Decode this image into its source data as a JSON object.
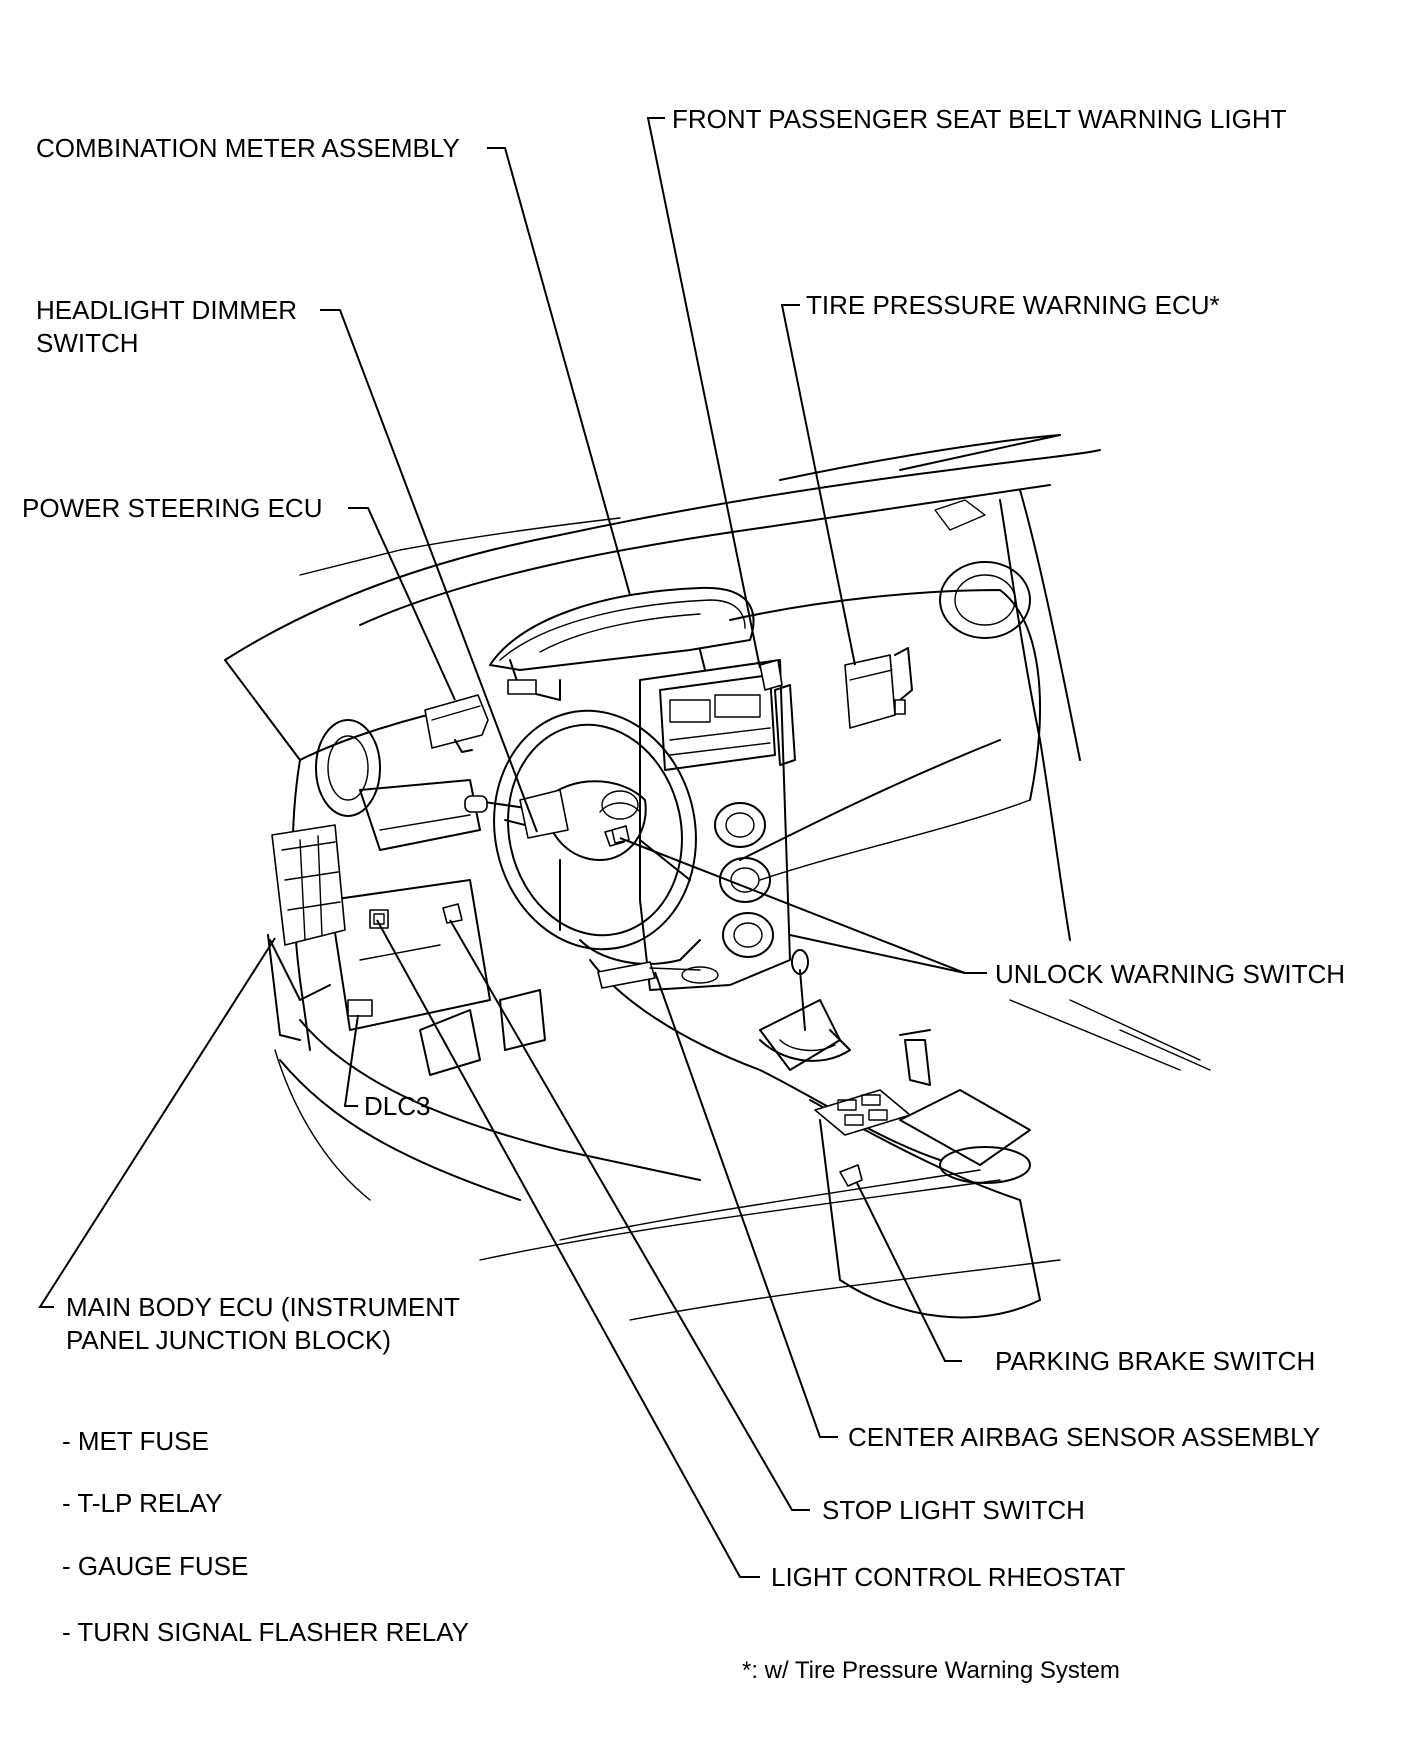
{
  "labels": {
    "front_passenger_seat_belt_warning_light": "FRONT PASSENGER SEAT BELT WARNING LIGHT",
    "combination_meter_assembly": "COMBINATION METER ASSEMBLY",
    "headlight_dimmer_switch_line1": "HEADLIGHT DIMMER",
    "headlight_dimmer_switch_line2": "SWITCH",
    "tire_pressure_warning_ecu": "TIRE PRESSURE WARNING ECU*",
    "power_steering_ecu": "POWER STEERING ECU",
    "unlock_warning_switch": "UNLOCK WARNING SWITCH",
    "dlc3": "DLC3",
    "main_body_ecu_line1": "MAIN BODY ECU (INSTRUMENT",
    "main_body_ecu_line2": "PANEL JUNCTION BLOCK)",
    "parking_brake_switch": "PARKING BRAKE SWITCH",
    "center_airbag_sensor_assembly": "CENTER AIRBAG SENSOR ASSEMBLY",
    "stop_light_switch": "STOP LIGHT SWITCH",
    "light_control_rheostat": "LIGHT CONTROL RHEOSTAT"
  },
  "main_body_ecu_items": [
    "- MET FUSE",
    "- T-LP RELAY",
    "- GAUGE FUSE",
    "- TURN SIGNAL FLASHER RELAY"
  ],
  "footnote": "*: w/ Tire Pressure Warning System"
}
